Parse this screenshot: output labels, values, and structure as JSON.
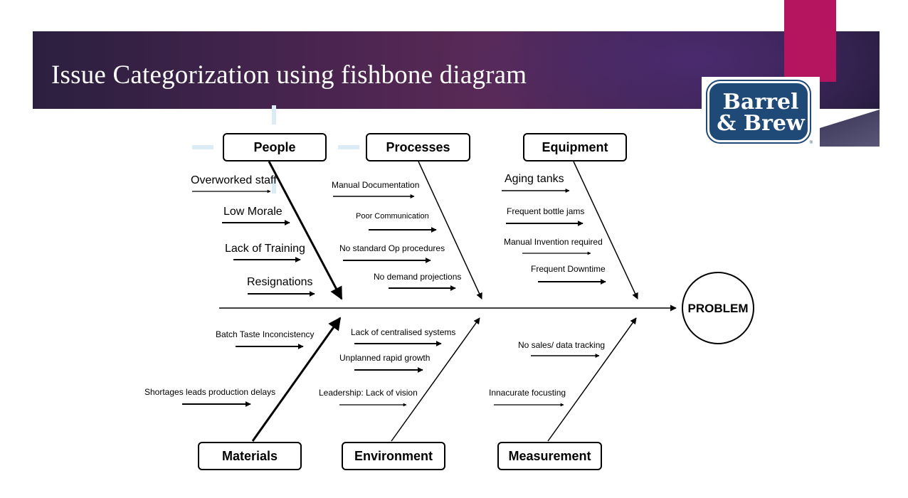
{
  "slide": {
    "title": "Issue Categorization using fishbone diagram",
    "logo": {
      "line1": "Barrel",
      "line2": "& Brew",
      "trademark": "®"
    }
  },
  "colors": {
    "accent": "#b5155e",
    "banner_dark": "#2b1f3f",
    "logo_blue": "#1f4a77"
  },
  "diagram": {
    "problem": "PROBLEM",
    "categories": [
      {
        "label": "People",
        "causes": [
          "Overworked staff",
          "Low Morale",
          "Lack of Training",
          "Resignations"
        ]
      },
      {
        "label": "Processes",
        "causes": [
          "Manual Documentation",
          "Poor Communication",
          "No standard Op procedures",
          "No demand projections"
        ]
      },
      {
        "label": "Equipment",
        "causes": [
          "Aging tanks",
          "Frequent bottle jams",
          "Manual Invention required",
          "Frequent Downtime"
        ]
      },
      {
        "label": "Materials",
        "causes": [
          "Batch Taste Inconcistency",
          "Shortages leads production delays"
        ]
      },
      {
        "label": "Environment",
        "causes": [
          "Lack of centralised systems",
          "Unplanned rapid growth",
          "Leadership: Lack of vision"
        ]
      },
      {
        "label": "Measurement",
        "causes": [
          "No sales/ data tracking",
          "Innacurate focusting"
        ]
      }
    ]
  }
}
